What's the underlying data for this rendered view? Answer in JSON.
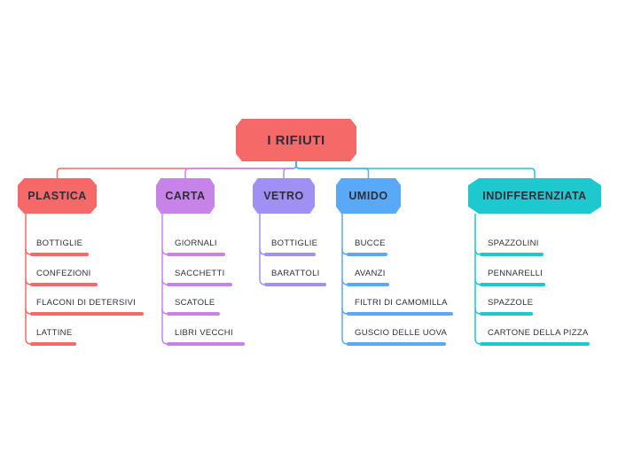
{
  "root": {
    "label": "I RIFIUTI",
    "color": "#f56969"
  },
  "categories": [
    {
      "key": "plastica",
      "label": "PLASTICA",
      "color": "#f56969",
      "items": [
        "BOTTIGLIE",
        "CONFEZIONI",
        "FLACONI DI DETERSIVI",
        "LATTINE"
      ]
    },
    {
      "key": "carta",
      "label": "CARTA",
      "color": "#c883e8",
      "items": [
        "GIORNALI",
        "SACCHETTI",
        "SCATOLE",
        "LIBRI VECCHI"
      ]
    },
    {
      "key": "vetro",
      "label": "VETRO",
      "color": "#a190f4",
      "items": [
        "BOTTIGLIE",
        "BARATTOLI"
      ]
    },
    {
      "key": "umido",
      "label": "UMIDO",
      "color": "#5aa9f6",
      "items": [
        "BUCCE",
        "AVANZI",
        "FILTRI DI CAMOMILLA",
        "GUSCIO DELLE UOVA"
      ]
    },
    {
      "key": "indifferenziata",
      "label": "INDIFFERENZIATA",
      "color": "#1ec8cf",
      "items": [
        "SPAZZOLINI",
        "PENNARELLI",
        "SPAZZOLE",
        "CARTONE DELLA PIZZA"
      ]
    }
  ]
}
